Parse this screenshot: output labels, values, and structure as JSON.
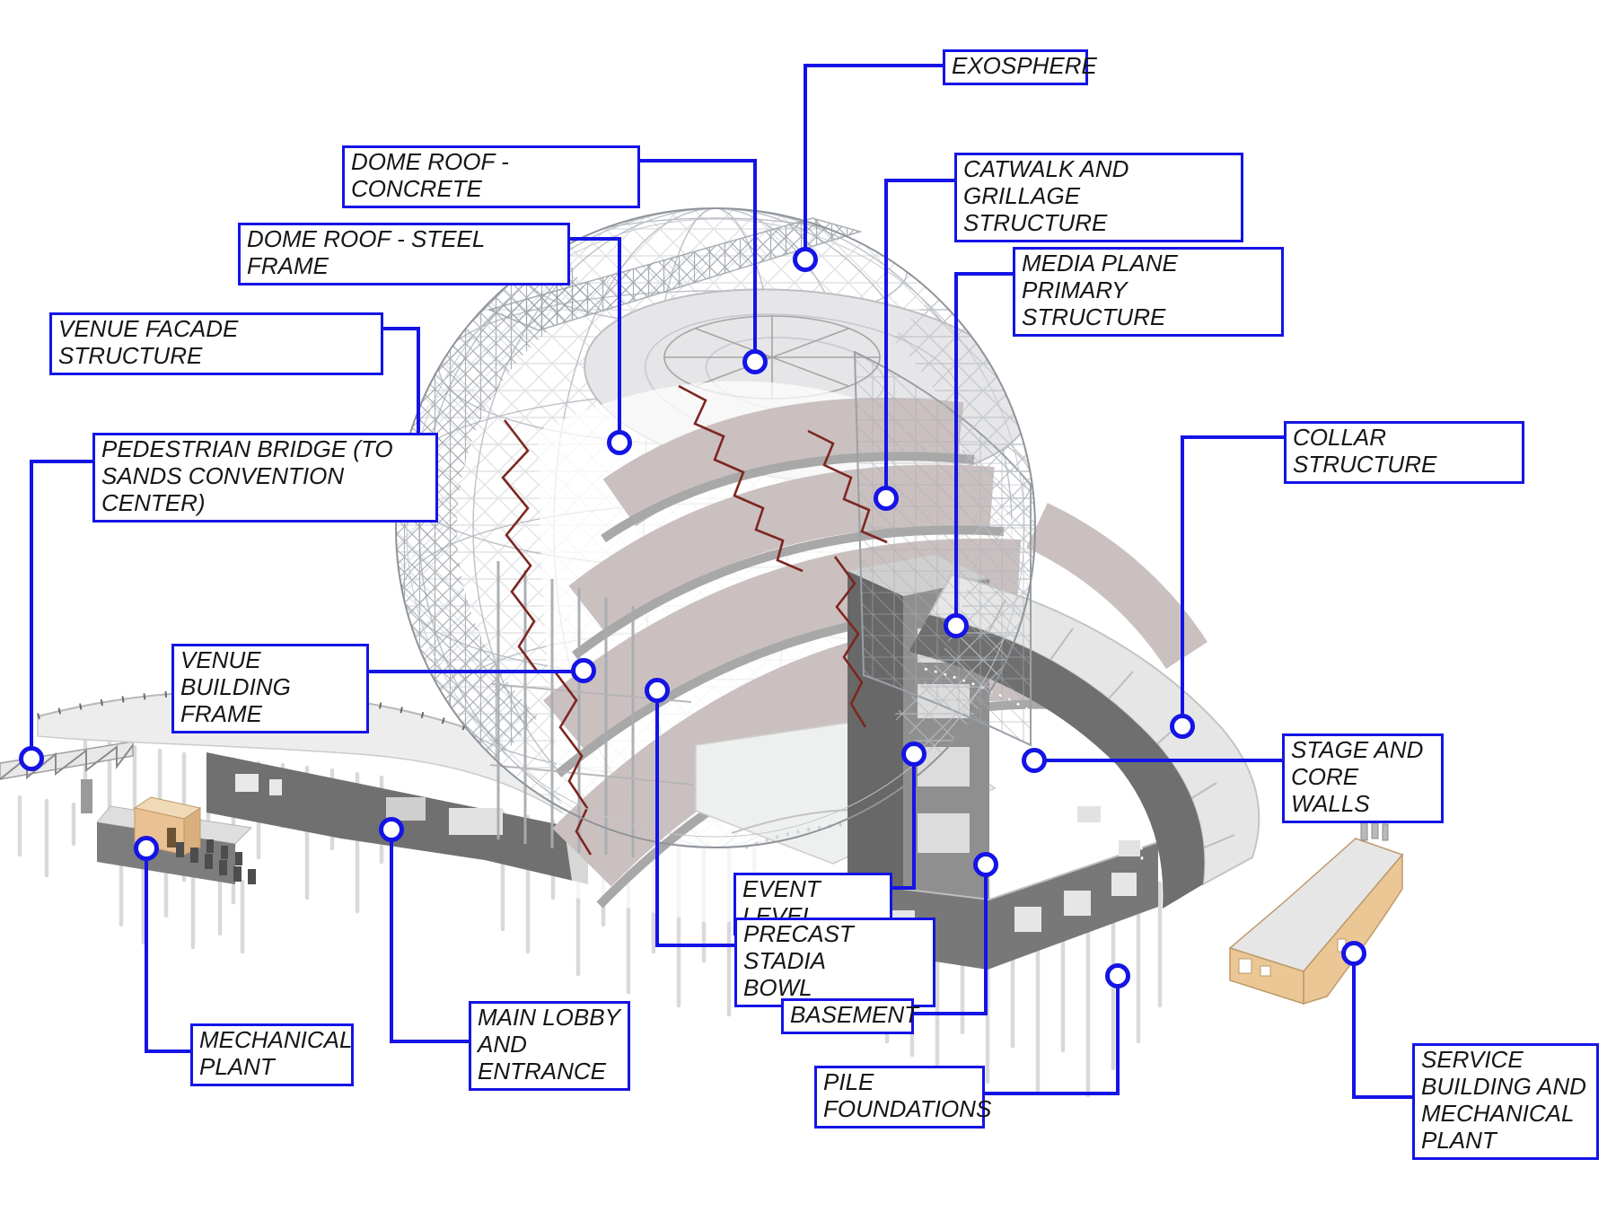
{
  "diagram": {
    "subject": "Sphere venue construction axonometric cutaway",
    "annotation_color": "#1414E6",
    "label_text_color": "#161616",
    "colors": {
      "truss_maroon": "#7D2620",
      "bowl_pink": "#CBC0C0",
      "structure_gray": "#9AA0A4",
      "core_dark_gray": "#6D6D6D",
      "deck_light_gray": "#EDEDED",
      "building_tan": "#EAC795",
      "pile_gray": "#D9D9D9"
    }
  },
  "labels": [
    {
      "id": "exosphere",
      "text": "EXOSPHERE"
    },
    {
      "id": "dome-roof-concrete",
      "text": "DOME ROOF - CONCRETE"
    },
    {
      "id": "dome-roof-steel-frame",
      "text": "DOME ROOF - STEEL FRAME"
    },
    {
      "id": "catwalk-grillage",
      "text": "CATWALK AND GRILLAGE\nSTRUCTURE"
    },
    {
      "id": "media-plane",
      "text": "MEDIA PLANE PRIMARY\nSTRUCTURE"
    },
    {
      "id": "venue-facade",
      "text": "VENUE FACADE STRUCTURE"
    },
    {
      "id": "pedestrian-bridge",
      "text": "PEDESTRIAN BRIDGE (TO\nSANDS CONVENTION CENTER)"
    },
    {
      "id": "collar-structure",
      "text": "COLLAR STRUCTURE"
    },
    {
      "id": "venue-building-frame",
      "text": "VENUE BUILDING\nFRAME"
    },
    {
      "id": "stage-core-walls",
      "text": "STAGE AND\nCORE WALLS"
    },
    {
      "id": "event-level",
      "text": "EVENT LEVEL"
    },
    {
      "id": "precast-stadia-bowl",
      "text": "PRECAST STADIA\nBOWL"
    },
    {
      "id": "basement",
      "text": "BASEMENT"
    },
    {
      "id": "pile-foundations",
      "text": "PILE\nFOUNDATIONS"
    },
    {
      "id": "mechanical-plant",
      "text": "MECHANICAL\nPLANT"
    },
    {
      "id": "main-lobby-entrance",
      "text": "MAIN LOBBY\nAND\nENTRANCE"
    },
    {
      "id": "service-building",
      "text": "SERVICE\nBUILDING AND\nMECHANICAL\nPLANT"
    }
  ]
}
